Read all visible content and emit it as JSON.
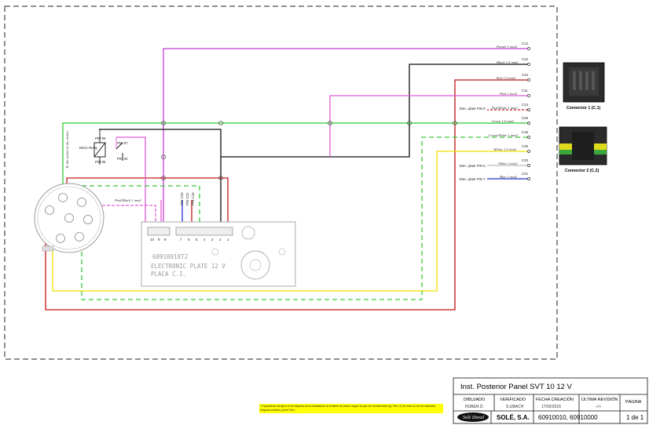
{
  "colors": {
    "purple": "#c23bd6",
    "black": "#111111",
    "red": "#c41616",
    "pink": "#e05ad8",
    "green": "#2ecc2e",
    "green_white": "#36c936",
    "yellow": "#f0e000",
    "blue": "#2233cc",
    "note_bg": "#ffff00"
  },
  "wires": [
    {
      "label": "Purple 1 mm2",
      "code": "C12"
    },
    {
      "label": "Black 1,5 mm2",
      "code": "C22"
    },
    {
      "label": "Red 1,5 mm2",
      "code": "C24"
    },
    {
      "label": "Pink 1 mm2",
      "code": "C11"
    },
    {
      "label": "Red/White 1 mm2",
      "code": "C14"
    },
    {
      "label": "Green 1,5 mm2",
      "code": "C26"
    },
    {
      "label": "Green/White 1 mm2",
      "code": "C16"
    },
    {
      "label": "Yellow 1,5 mm2",
      "code": "C25"
    },
    {
      "label": "White 1 mm2",
      "code": "C23"
    },
    {
      "label": "Blue 1 mm2",
      "code": "C21"
    }
  ],
  "plate_pins": {
    "pin5": "Elec. plate PIN 5",
    "pin6": "Elec. plate PIN 6",
    "pin7": "Elec. plate PIN 7"
  },
  "connectors": {
    "c1": "Connector 1 (C.1)",
    "c2": "Connector 2 (C.2)"
  },
  "relay": {
    "pin86": "PIN 86",
    "pin85": "PIN 85",
    "pin87": "PIN 87",
    "pin30": "PIN 30",
    "name": "Micro Relay"
  },
  "socket_label": "To the socket in the trailer",
  "pink_black_label": "Pink/Black 1 mm2",
  "plate_wire_labels": [
    "PIN C23",
    "PIN C21",
    "PIN C16"
  ],
  "plate": {
    "code": "60910018T2",
    "line1": "ELECTRONIC PLATE 12 V",
    "line2": "PLACA C.I.",
    "pins_left": [
      "10",
      "9",
      "8"
    ],
    "pins_right": [
      "7",
      "6",
      "5",
      "4",
      "3",
      "2",
      "1"
    ]
  },
  "note": "* Especificar siempre en la etiqueta de la instalación la revisión de plano según la que se ha fabricado (ej. Rev. A) Si esta no se ha realizado ninguna revisión poner Rev. -",
  "title_block": {
    "title": "Inst. Posterior Panel SVT 10 12 V",
    "dibujado_h": "DIBUJADO",
    "dibujado_v": "RUBEN D.",
    "verificado_h": "VERIFICADO",
    "verificado_v": "S.UBACH",
    "fecha_h": "FECHA CREACIÓN",
    "fecha_v": "17/02/2016",
    "revision_h": "ÚLTIMA REVISIÓN",
    "revision_v": "-/-/-",
    "pagina_h": "PÁGINA",
    "pagina_v": "1 de 1",
    "logo": "Solé Diesel",
    "company": "SOLÉ, S.A.",
    "codes": "60910010, 60910000"
  }
}
